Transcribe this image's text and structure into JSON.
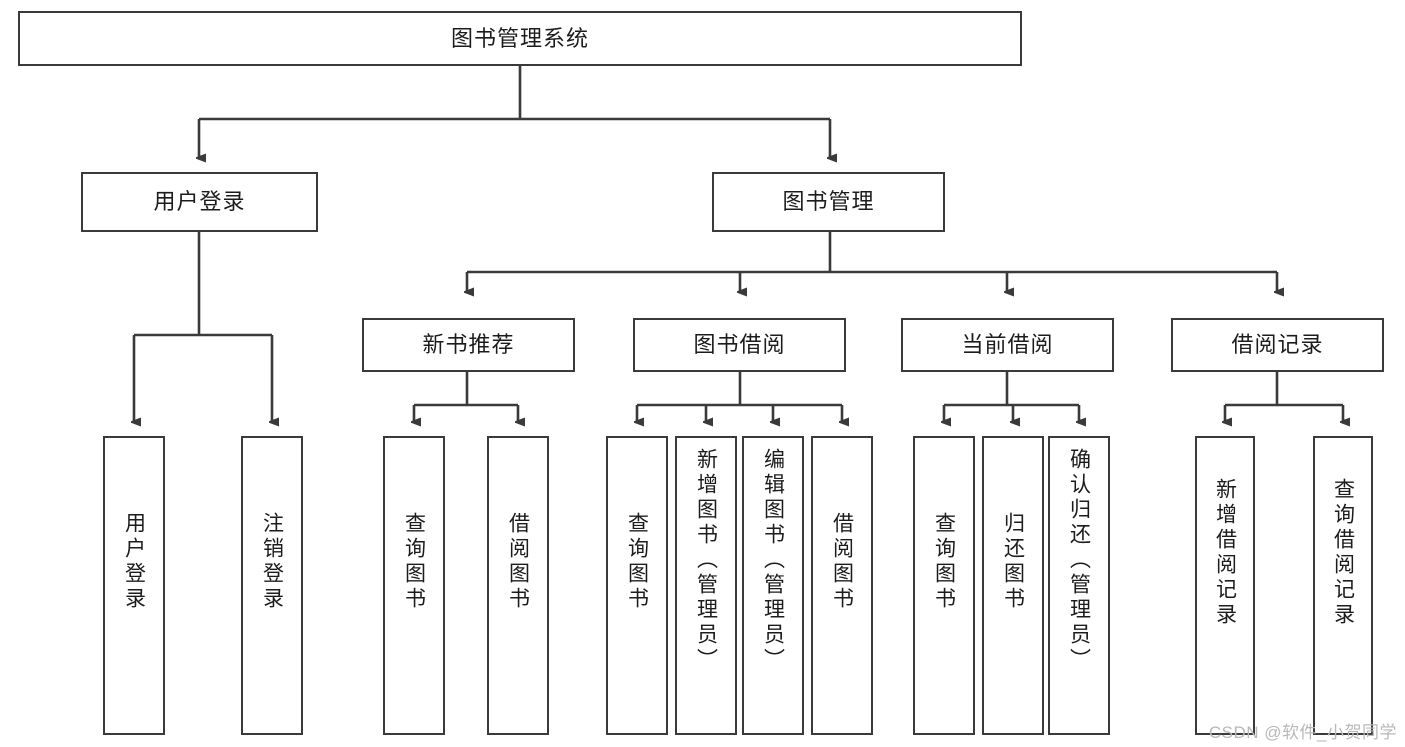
{
  "diagram": {
    "type": "tree-hierarchy-flowchart",
    "title": "图书管理系统",
    "root": {
      "id": "root",
      "label": "图书管理系统"
    },
    "level2": [
      {
        "id": "user-login",
        "label": "用户登录"
      },
      {
        "id": "book-manage",
        "label": "图书管理"
      }
    ],
    "level3": [
      {
        "id": "new-book-recommend",
        "label": "新书推荐",
        "parent": "book-manage"
      },
      {
        "id": "book-borrow",
        "label": "图书借阅",
        "parent": "book-manage"
      },
      {
        "id": "current-borrow",
        "label": "当前借阅",
        "parent": "book-manage"
      },
      {
        "id": "borrow-record",
        "label": "借阅记录",
        "parent": "book-manage"
      }
    ],
    "leaves": [
      {
        "id": "leaf-user-login",
        "label": "用户登录",
        "parent": "user-login"
      },
      {
        "id": "leaf-user-logout",
        "label": "注销登录",
        "parent": "user-login"
      },
      {
        "id": "leaf-query-book-1",
        "label": "查询图书",
        "parent": "new-book-recommend"
      },
      {
        "id": "leaf-borrow-book-1",
        "label": "借阅图书",
        "parent": "new-book-recommend"
      },
      {
        "id": "leaf-query-book-2",
        "label": "查询图书",
        "parent": "book-borrow"
      },
      {
        "id": "leaf-add-book",
        "label": "新增图书（管理员）",
        "parent": "book-borrow"
      },
      {
        "id": "leaf-edit-book",
        "label": "编辑图书（管理员）",
        "parent": "book-borrow"
      },
      {
        "id": "leaf-borrow-book-2",
        "label": "借阅图书",
        "parent": "book-borrow"
      },
      {
        "id": "leaf-query-book-3",
        "label": "查询图书",
        "parent": "current-borrow"
      },
      {
        "id": "leaf-return-book",
        "label": "归还图书",
        "parent": "current-borrow"
      },
      {
        "id": "leaf-confirm-return",
        "label": "确认归还（管理员）",
        "parent": "current-borrow"
      },
      {
        "id": "leaf-add-record",
        "label": "新增借阅记录",
        "parent": "borrow-record"
      },
      {
        "id": "leaf-query-record",
        "label": "查询借阅记录",
        "parent": "borrow-record"
      }
    ],
    "colors": {
      "stroke": "#3a3a3a",
      "text": "#1c1c1c",
      "background": "#ffffff",
      "watermark": "#b8b8b8"
    }
  },
  "watermark": {
    "text": "CSDN @软件_小贺同学"
  }
}
